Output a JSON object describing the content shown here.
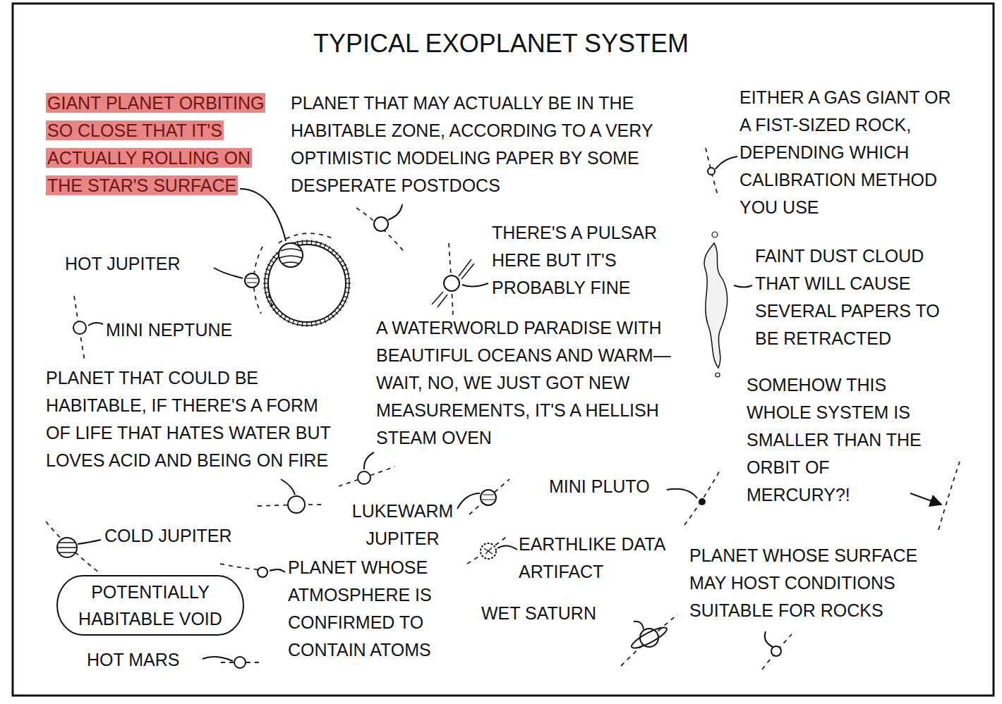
{
  "diagram": {
    "title": "TYPICAL EXOPLANET SYSTEM",
    "nodes": [
      {
        "text": [
          "POTENTIALLY HABITABLE VOID"
        ]
      }
    ],
    "labels": [
      "GIANT PLANET ORBITING SO CLOSE THAT IT'S ACTUALLY ROLLING ON THE STAR'S SURFACE",
      "PLANET THAT MAY ACTUALLY BE IN THE HABITABLE ZONE, ACCORDING TO A VERY OPTIMISTIC MODELING PAPER BY SOME DESPERATE POSTDOCS",
      "EITHER A GAS GIANT OR A FIST-SIZED ROCK, DEPENDING WHICH CALIBRATION METHOD YOU USE",
      "THERE'S A PULSAR HERE BUT IT'S PROBABLY FINE",
      "HOT JUPITER",
      "FAINT DUST CLOUD THAT WILL CAUSE SEVERAL PAPERS TO BE RETRACTED",
      "MINI NEPTUNE",
      "A WATERWORLD PARADISE WITH BEAUTIFUL OCEANS AND WARM— WAIT, NO, WE JUST GOT NEW MEASUREMENTS, IT'S A HELLISH STEAM OVEN",
      "PLANET THAT COULD BE HABITABLE, IF THERE'S A FORM OF LIFE THAT HATES WATER BUT LOVES ACID AND BEING ON FIRE",
      "SOMEHOW THIS WHOLE SYSTEM IS SMALLER THAN THE ORBIT OF MERCURY?!",
      "MINI PLUTO",
      "LUKEWARM JUPITER",
      "COLD JUPITER",
      "EARTHLIKE DATA ARTIFACT",
      "PLANET WHOSE SURFACE MAY HOST CONDITIONS SUITABLE FOR ROCKS",
      "PLANET WHOSE ATMOSPHERE IS CONFIRMED TO CONTAIN ATOMS",
      "WET SATURN",
      "HOT MARS"
    ]
  }
}
